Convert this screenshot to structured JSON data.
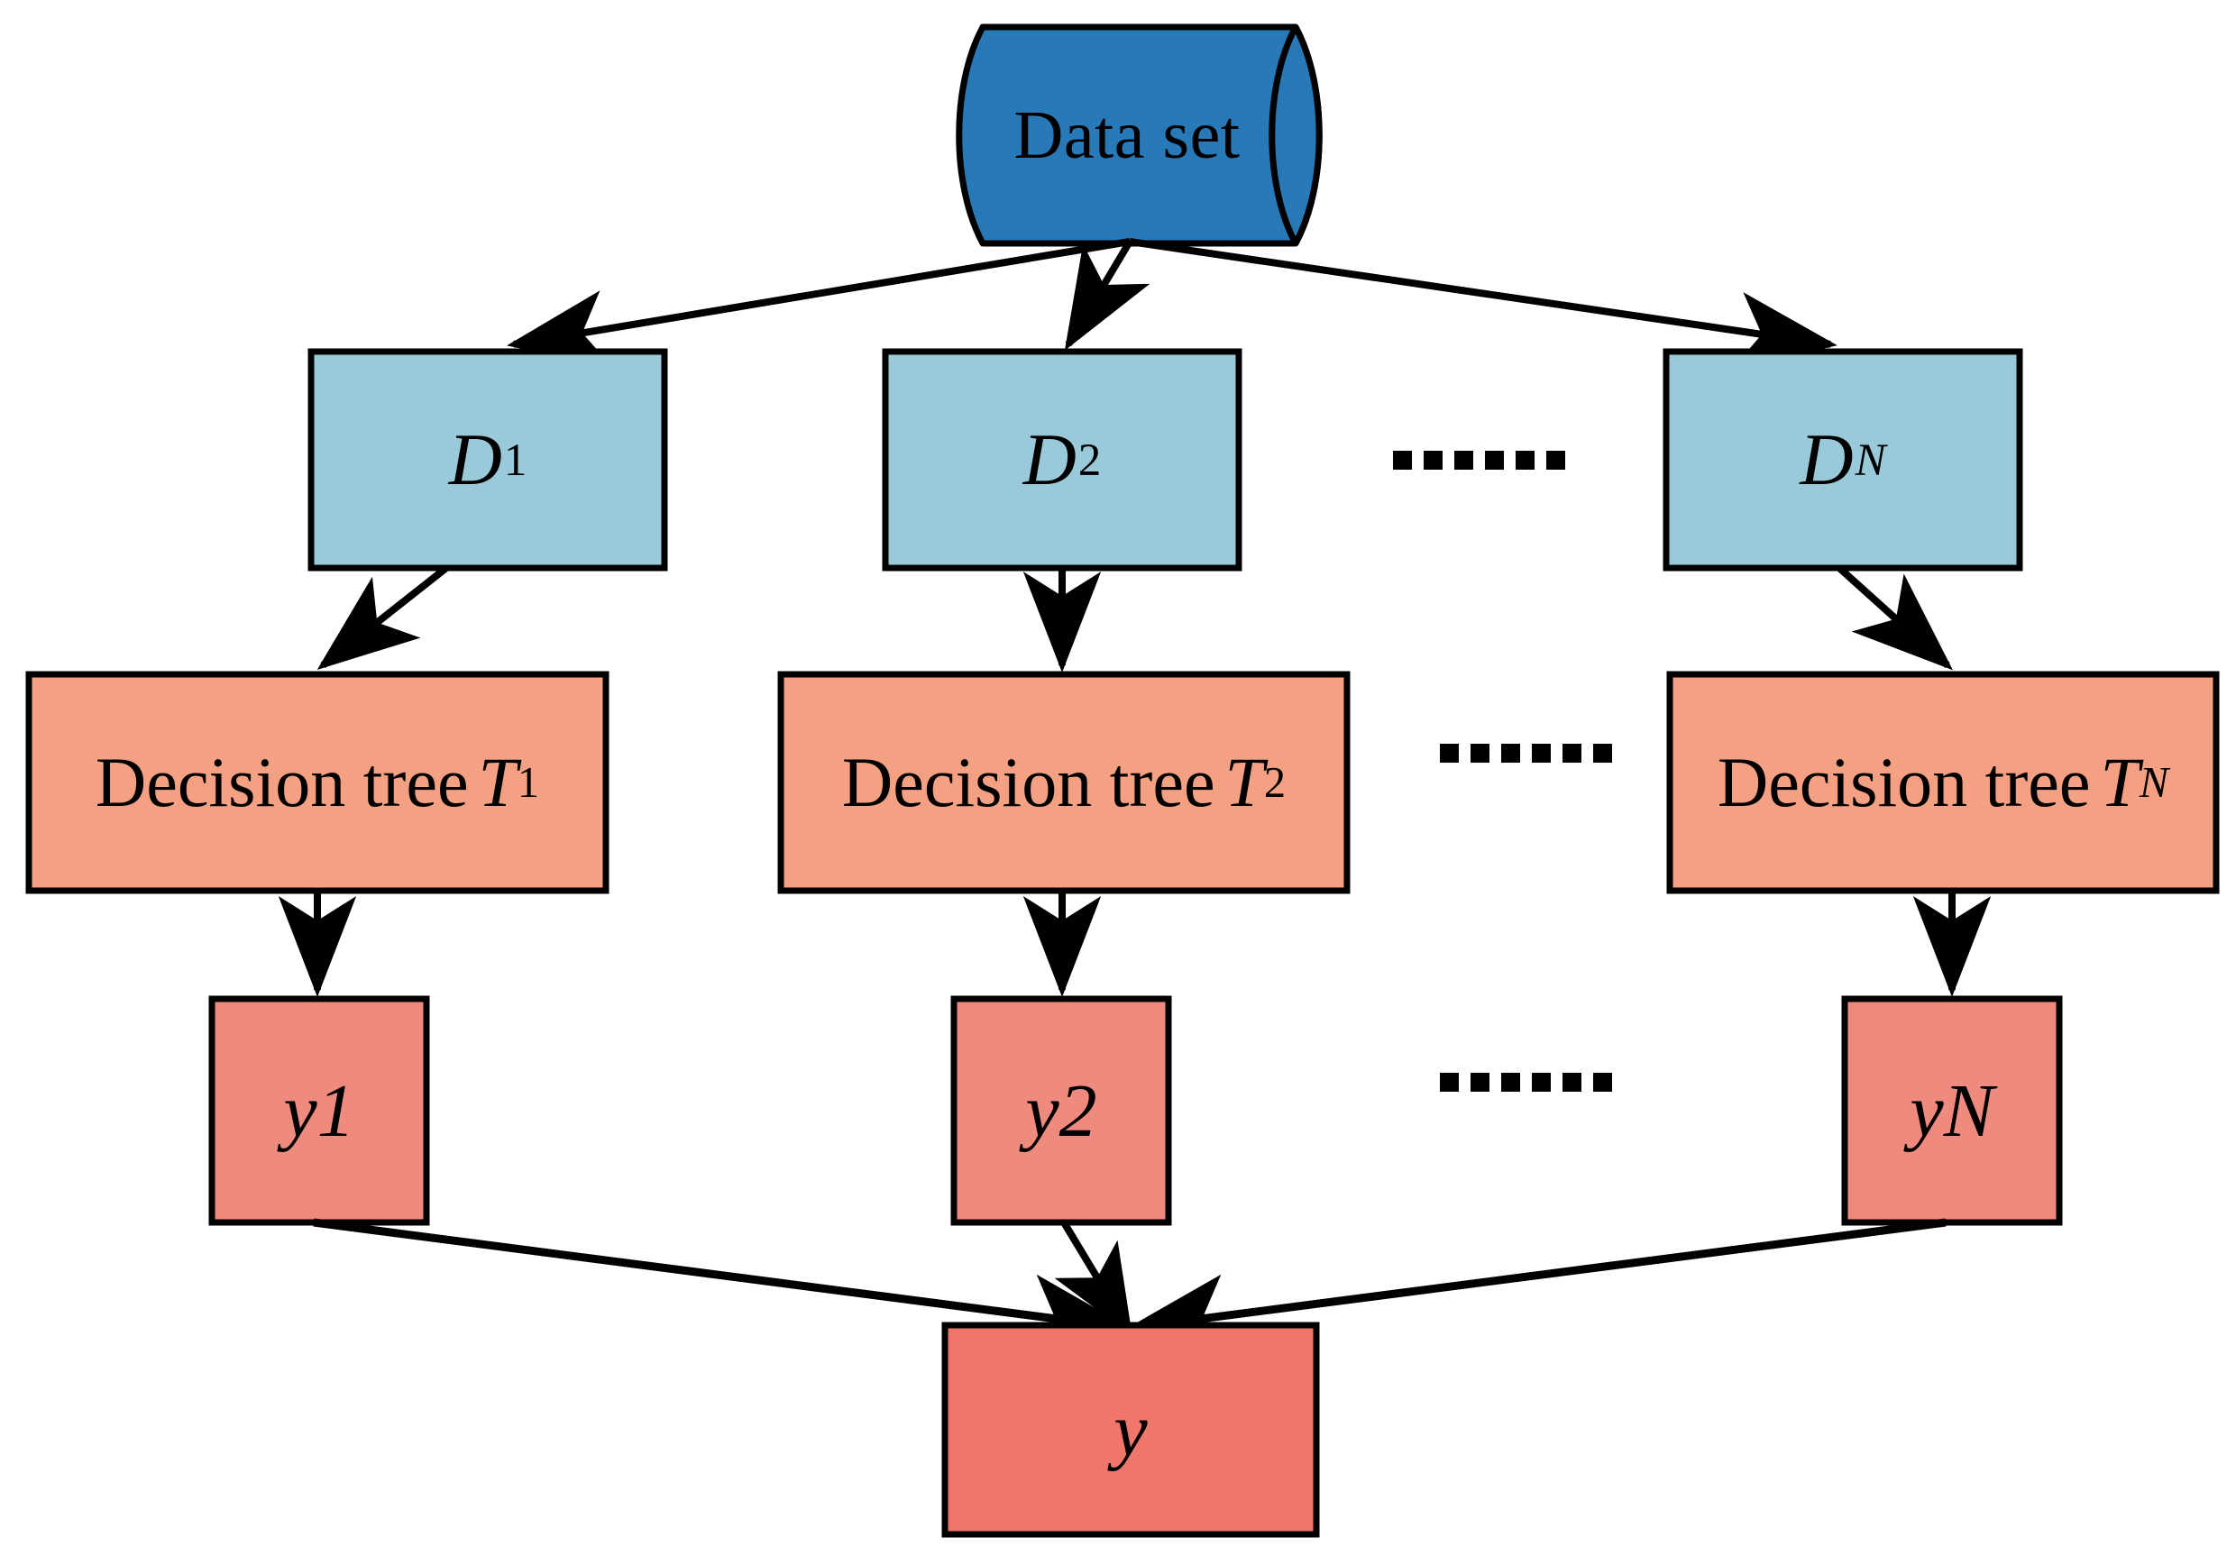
{
  "diagram": {
    "title": "Random forest ensemble flow diagram",
    "colors": {
      "dataset_fill": "#2879b8",
      "subset_fill": "#9acada",
      "tree_fill": "#f4a183",
      "output_fill": "#ef8a7f",
      "final_fill": "#f0766c",
      "stroke": "#000000",
      "background": "#ffffff"
    },
    "dataset": {
      "label": "Data set",
      "shape": "cylinder"
    },
    "subsets": [
      {
        "base": "D",
        "sub": "1",
        "sub_italic": false
      },
      {
        "base": "D",
        "sub": "2",
        "sub_italic": false
      },
      {
        "base": "D",
        "sub": "N",
        "sub_italic": true
      }
    ],
    "trees": [
      {
        "text": "Decision tree",
        "var": "T",
        "sub": "1",
        "sub_italic": false
      },
      {
        "text": "Decision tree",
        "var": "T",
        "sub": "2",
        "sub_italic": false
      },
      {
        "text": "Decision tree",
        "var": "T",
        "sub": "N",
        "sub_italic": true
      }
    ],
    "outputs": [
      {
        "base": "y",
        "sub": "1",
        "sub_italic": false
      },
      {
        "base": "y",
        "sub": "2",
        "sub_italic": false
      },
      {
        "base": "y",
        "sub": "N",
        "sub_italic": true
      }
    ],
    "final_output": {
      "base": "y",
      "sub": ""
    },
    "ellipses": [
      {
        "row": "subsets",
        "dots": 6
      },
      {
        "row": "trees",
        "dots": 6
      },
      {
        "row": "outputs",
        "dots": 6
      }
    ]
  }
}
